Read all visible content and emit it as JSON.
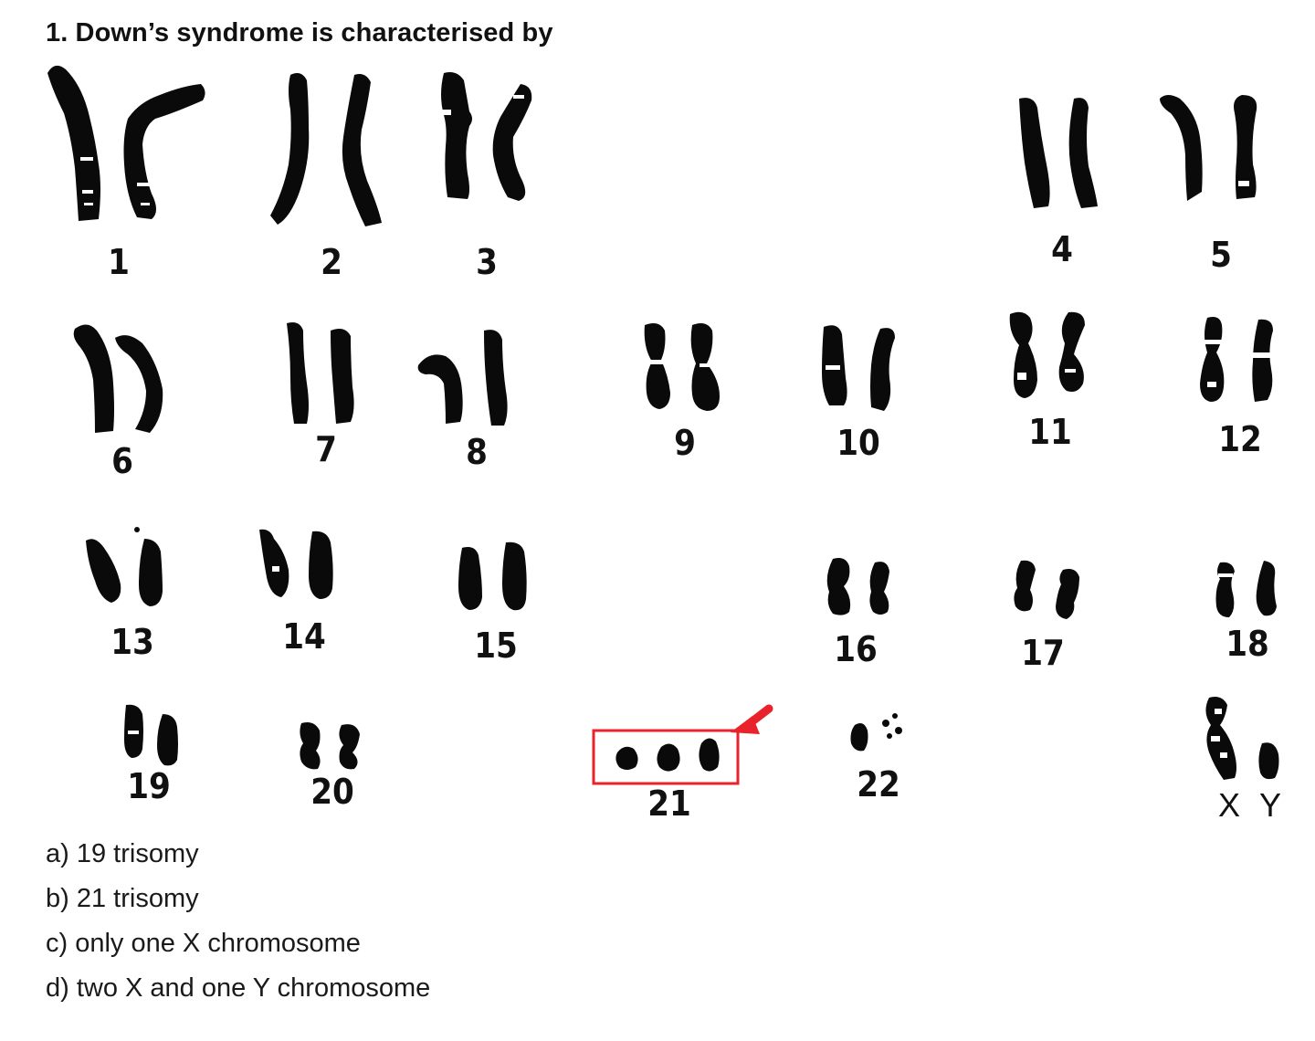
{
  "question": {
    "title": "1. Down’s syndrome is characterised by"
  },
  "karyotype": {
    "highlight_color": "#e8232b",
    "highlighted_pair": "21",
    "labels": {
      "c1": "1",
      "c2": "2",
      "c3": "3",
      "c4": "4",
      "c5": "5",
      "c6": "6",
      "c7": "7",
      "c8": "8",
      "c9": "9",
      "c10": "10",
      "c11": "11",
      "c12": "12",
      "c13": "13",
      "c14": "14",
      "c15": "15",
      "c16": "16",
      "c17": "17",
      "c18": "18",
      "c19": "19",
      "c20": "20",
      "c21": "21",
      "c22": "22",
      "x": "X",
      "y": "Y"
    }
  },
  "options": [
    {
      "text": "a) 19 trisomy"
    },
    {
      "text": "b) 21 trisomy"
    },
    {
      "text": "c) only one X chromosome"
    },
    {
      "text": "d) two X and one Y chromosome"
    }
  ]
}
